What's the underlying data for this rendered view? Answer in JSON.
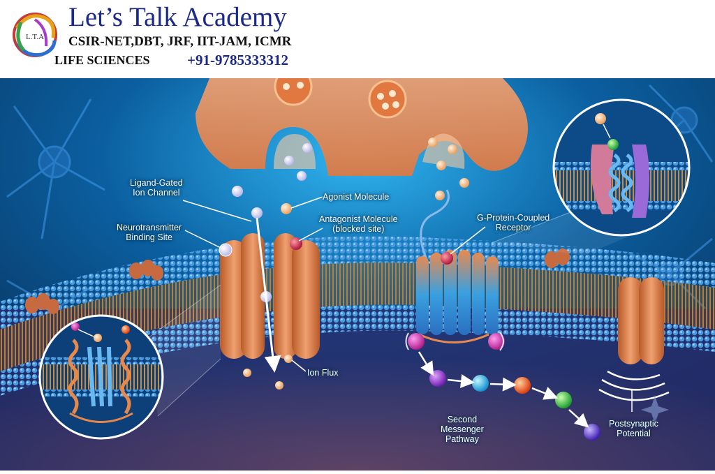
{
  "header": {
    "title": "Let’s Talk Academy",
    "subtitle": "CSIR-NET,DBT, JRF, IIT-JAM, ICMR",
    "sciences": "LIFE SCIENCES",
    "phone": "+91-9785333312",
    "logo_text": "L.T.A"
  },
  "labels": {
    "ligand_gated_1": "Ligand-Gated",
    "ligand_gated_2": "Ion Channel",
    "agonist": "Agonist Molecule",
    "antagonist_1": "Antagonist Molecule",
    "antagonist_2": "(blocked site)",
    "nt_site_1": "Neurotransmitter",
    "nt_site_2": "Binding Site",
    "gpcr_1": "G-Protein-Coupled",
    "gpcr_2": "Receptor",
    "ion_flux": "Ion Flux",
    "second_1": "Second",
    "second_2": "Messenger",
    "second_3": "Pathway",
    "post_1": "Postsynaptic",
    "post_2": "Potential"
  },
  "colors": {
    "header_title": "#1b2a8a",
    "background": "#0b3a66",
    "membrane_head": "#3d8fd8",
    "membrane_tail": "#c98a3a",
    "protein": "#d9814a",
    "gpcr_blue": "#3aa0e0"
  }
}
